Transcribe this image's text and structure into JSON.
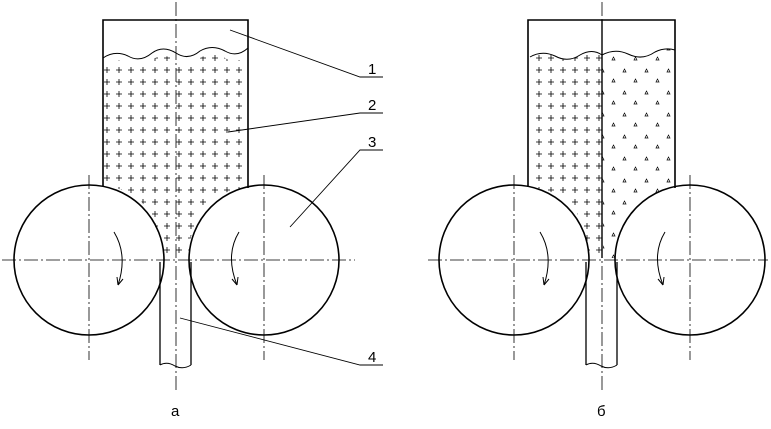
{
  "figure": {
    "callouts": [
      "1",
      "2",
      "3",
      "4"
    ],
    "panel_a_caption": "а",
    "panel_b_caption": "б"
  },
  "colors": {
    "ink": "#000000",
    "background": "#ffffff"
  }
}
